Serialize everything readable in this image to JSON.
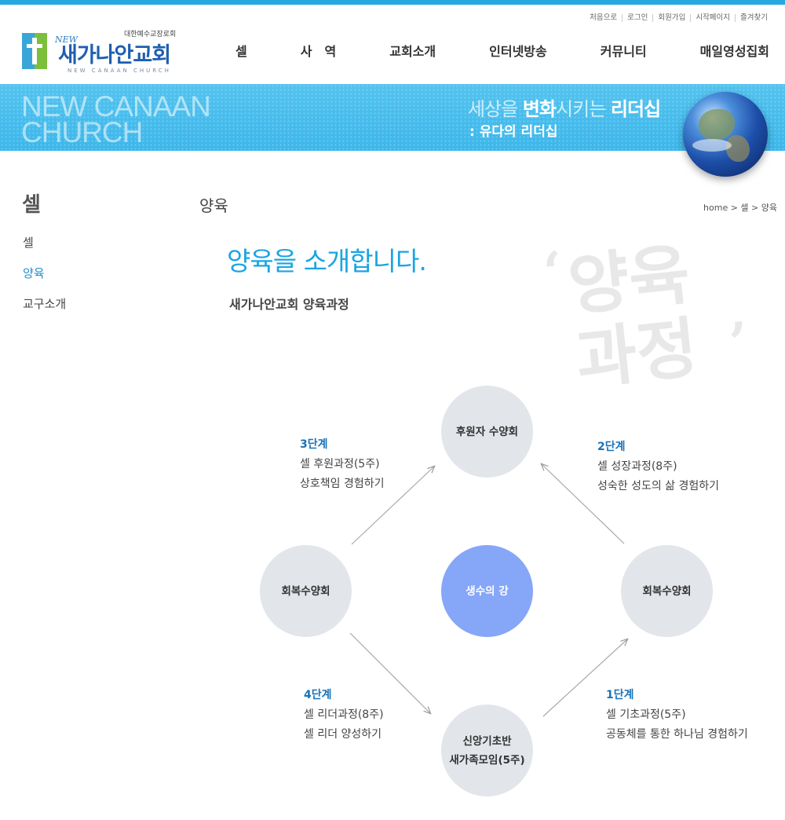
{
  "header": {
    "util_links": [
      "처음으로",
      "로그인",
      "회원가입",
      "시작페이지",
      "즐겨찾기"
    ],
    "logo": {
      "new": "NEW",
      "denomination": "대한예수교장로회",
      "name": "새가나안교회",
      "english": "NEW CANAAN CHURCH"
    },
    "nav": [
      "셀",
      "사　역",
      "교회소개",
      "인터넷방송",
      "커뮤니티",
      "매일영성집회"
    ]
  },
  "banner": {
    "english_line1": "NEW CANAAN",
    "english_line2": "CHURCH",
    "slogan_pre": "세상을 ",
    "slogan_bold1": "변화",
    "slogan_mid": "시키는 ",
    "slogan_bold2": "리더십",
    "slogan2": ": 유다의 리더십"
  },
  "sidebar": {
    "title": "셀",
    "items": [
      {
        "label": "셀"
      },
      {
        "label": "양육"
      },
      {
        "label": "교구소개"
      }
    ]
  },
  "main": {
    "page_title": "양육",
    "breadcrumb": "home > 셀 > 양육",
    "intro": "양육을 소개합니다.",
    "subhead": "새가나안교회 양육과정",
    "brush_line1": "양육",
    "brush_line2": "과정",
    "brush_quote_open": "‘",
    "brush_quote_close": "’"
  },
  "diagram": {
    "top": "후원자 수양회",
    "left": "회복수양회",
    "center": "생수의 강",
    "right": "회복수양회",
    "bottom_line1": "신앙기초반",
    "bottom_line2": "새가족모임(5주)",
    "steps": {
      "s1": {
        "title": "1단계",
        "line1": "셀 기초과정(5주)",
        "line2": "공동체를 통한 하나님 경험하기"
      },
      "s2": {
        "title": "2단계",
        "line1": "셀 성장과정(8주)",
        "line2": "성숙한 성도의 삶 경험하기"
      },
      "s3": {
        "title": "3단계",
        "line1": "셀 후원과정(5주)",
        "line2": "상호책임 경험하기"
      },
      "s4": {
        "title": "4단계",
        "line1": "셀 리더과정(8주)",
        "line2": "셀 리더 양성하기"
      }
    }
  },
  "colors": {
    "accent": "#27a8e0",
    "intro": "#19a5e2",
    "active": "#1d8fd0",
    "step_title": "#1a72b8",
    "circle": "#e2e5ea",
    "center_circle": "#86a6f8"
  }
}
